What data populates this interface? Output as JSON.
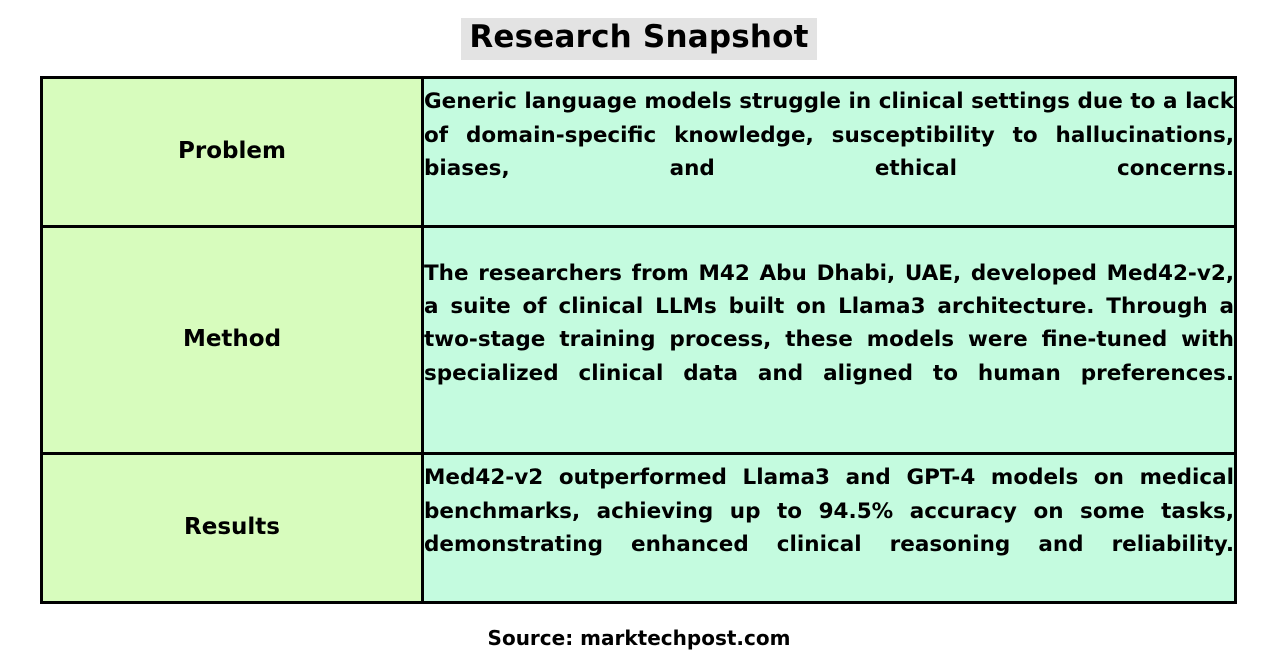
{
  "header": {
    "title": "Research Snapshot",
    "title_highlight_color": "#e3e3e3"
  },
  "table": {
    "label_column_color": "#d7fcbd",
    "body_column_color": "#c4fbdf",
    "border_color": "#000000",
    "rows": [
      {
        "label": "Problem",
        "text": "Generic language models struggle in clinical settings due to a lack of domain-specific knowledge, susceptibility to hallucinations, biases, and ethical concerns."
      },
      {
        "label": "Method",
        "text": "The researchers from M42 Abu Dhabi, UAE, developed Med42-v2, a suite of clinical LLMs built on Llama3 architecture. Through a two-stage training process, these models were fine-tuned with specialized clinical data and aligned to human preferences."
      },
      {
        "label": "Results",
        "text": "Med42-v2 outperformed Llama3 and GPT-4 models on medical benchmarks, achieving up to 94.5% accuracy on some tasks, demonstrating enhanced clinical reasoning and reliability."
      }
    ]
  },
  "footer": {
    "source": "Source: marktechpost.com"
  }
}
